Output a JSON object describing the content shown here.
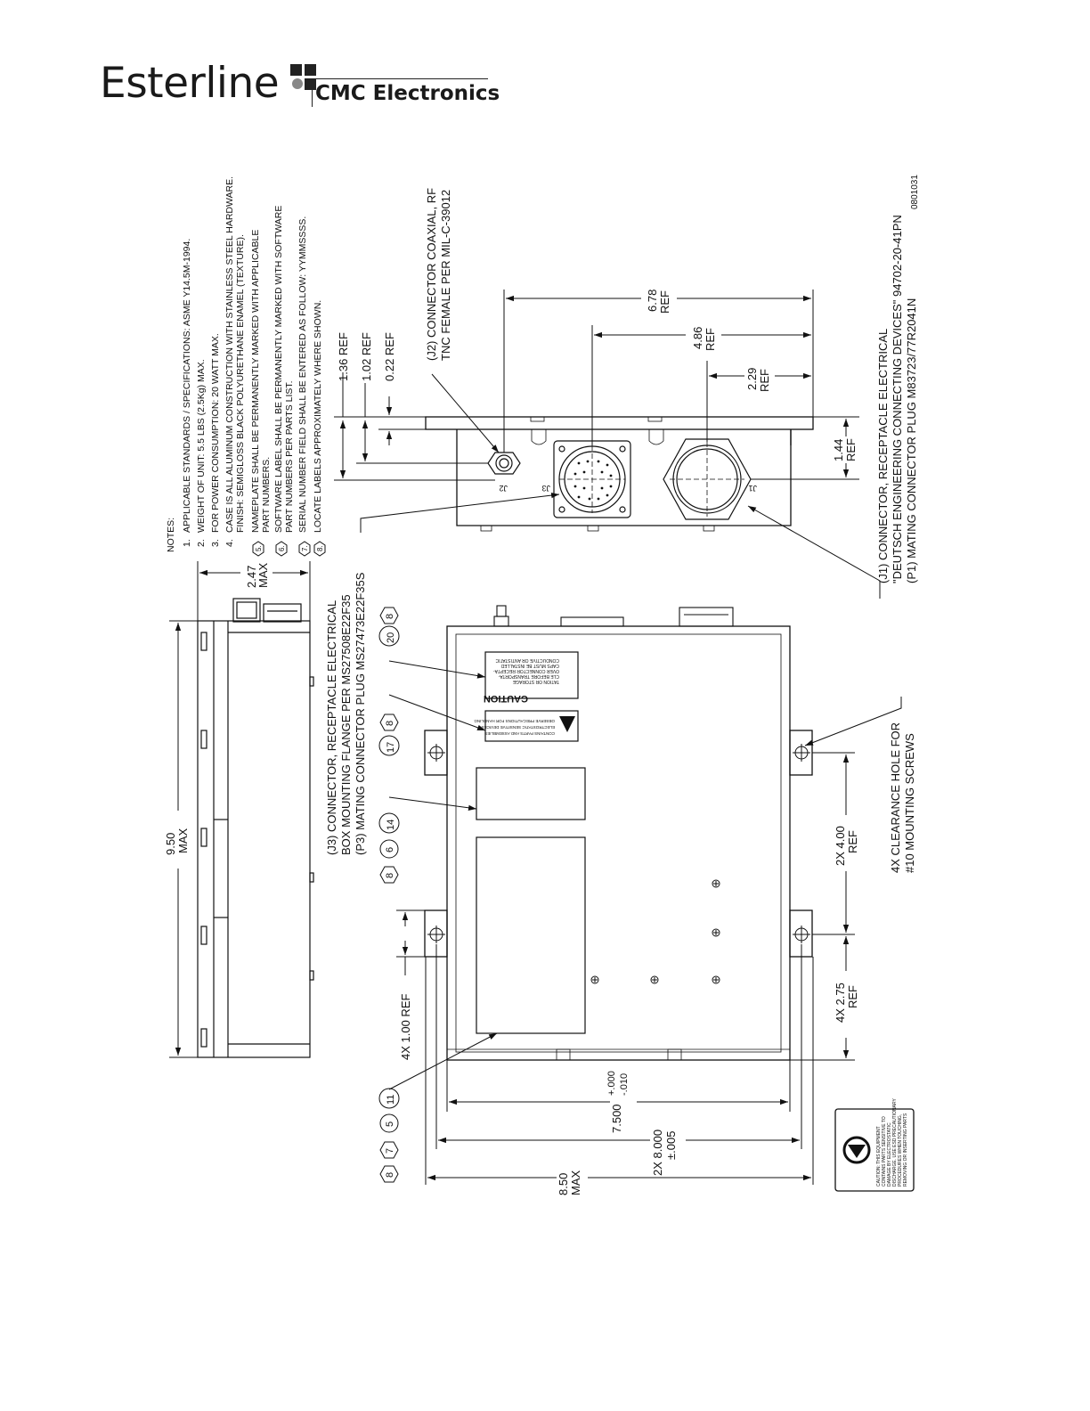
{
  "header": {
    "brand": "Esterline",
    "subbrand": "CMC Electronics"
  },
  "doc_number": "0801031",
  "notes": {
    "heading": "NOTES:",
    "items": [
      {
        "num": "1.",
        "text": "APPLICABLE STANDARDS / SPECIFICATIONS: ASME Y14.5M-1994."
      },
      {
        "num": "2.",
        "text": "WEIGHT OF UNIT: 5.5 LBS (2.5Kg) MAX."
      },
      {
        "num": "3.",
        "text": "FOR POWER CONSUMPTION: 20 WATT MAX."
      },
      {
        "num": "4.",
        "text": "CASE IS ALL ALUMINUM CONSTRUCTION WITH STAINLESS STEEL HARDWARE.",
        "text2": "FINISH: SEMIGLOSS BLACK POLYURETHANE ENAMEL (TEXTURE)."
      },
      {
        "num": "5.",
        "text": "NAMEPLATE SHALL BE PERMANENTLY MARKED WITH APPLICABLE",
        "text2": "PART NUMBERS."
      },
      {
        "num": "6.",
        "text": "SOFTWARE LABEL SHALL BE PERMANENTLY MARKED WITH SOFTWARE",
        "text2": "PART NUMBERS PER PARTS LIST."
      },
      {
        "num": "7.",
        "text": "SERIAL NUMBER FIELD SHALL BE ENTERED AS FOLLOW: YYMMSSSS."
      },
      {
        "num": "8.",
        "text": "LOCATE LABELS APPROXIMATELY WHERE SHOWN."
      }
    ]
  },
  "connectors": {
    "j2": {
      "line1": "(J2) CONNECTOR COAXIAL, RF",
      "line2": "TNC FEMALE PER MIL-C-39012",
      "tag": "J2"
    },
    "j1": {
      "line1": "(J1) CONNECTOR, RECEPTACLE ELECTRICAL",
      "line2": "\"DEUTSCH ENGINEERING CONNECTING DEVICES\" 94702-20-41PN",
      "line3": "(P1) MATING CONNECTOR PLUG M83723/77R2041N",
      "tag": "J1"
    },
    "j3": {
      "line1": "(J3) CONNECTOR, RECEPTACLE ELECTRICAL",
      "line2": "BOX MOUNTING FLANGE PER MS27508E22F35",
      "line3": "(P3) MATING CONNECTOR PLUG MS27473E22F35S",
      "tag": "J3"
    },
    "holes": {
      "line1": "4X CLEARANCE HOLE FOR",
      "line2": "#10 MOUNTING SCREWS"
    }
  },
  "dimensions": {
    "d_136": "1.36 REF",
    "d_102": "1.02 REF",
    "d_022": "0.22 REF",
    "d_678": "6.78",
    "d_486": "4.86",
    "d_229": "2.29",
    "d_144": "1.44",
    "ref": "REF",
    "d_247": "2.47",
    "d_950": "9.50",
    "max": "MAX",
    "d_100": "4X 1.00 REF",
    "d_400": "2X 4.00",
    "d_275": "4X 2.75",
    "d_7500": "7.500",
    "d_7500_tol_plus": "+.000",
    "d_7500_tol_minus": "-.010",
    "d_8000": "2X 8.000",
    "d_8000_tol": "±.005",
    "d_850": "8.50"
  },
  "balloons": {
    "g_caution": [
      "20",
      "8"
    ],
    "g_esd": [
      "17",
      "8"
    ],
    "g_software": [
      "8",
      "6",
      "14"
    ],
    "g_nameplate": [
      "8",
      "7",
      "5",
      "11"
    ]
  },
  "labels": {
    "caution_title": "CAUTION",
    "caution_lines": [
      "CONDUCTIVE OR ANTISTATIC",
      "CAPS MUST BE INSTALLED",
      "OVER CONNECTOR RECEPTA-",
      "CLE BEFORE TRANSPORTA-",
      "TATION OR STORAGE"
    ],
    "esd_lines": [
      "OBSERVE PRECAUTIONS FOR HANDLING",
      "ELECTROSTATIC SENSITIVE DEVICES",
      "CONTAINS PARTS AND ASSEMBLIES"
    ],
    "esd_label_lines": [
      "CAUTION: THIS EQUIPMENT",
      "CONTAINS PARTS SENSITIVE TO",
      "DAMAGE BY ELECTROSTATIC",
      "DISCHARGE. USE ESD PRECAUTIONARY",
      "PROCEDURES WHEN TOUCHING,",
      "REMOVING OR INSERTING PARTS"
    ]
  }
}
